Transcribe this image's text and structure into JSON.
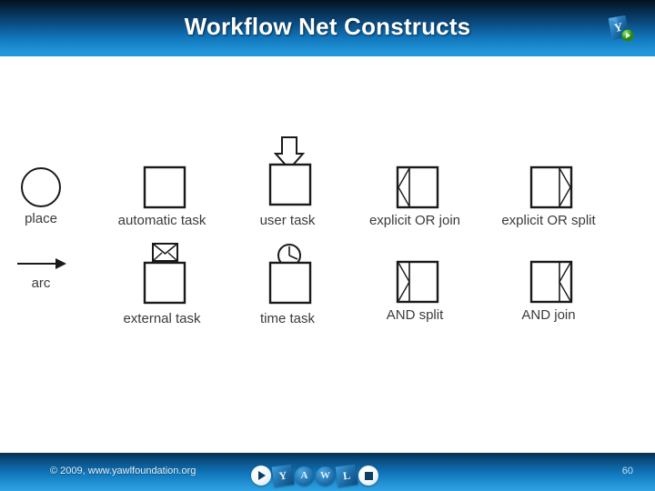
{
  "header": {
    "title": "Workflow Net Constructs",
    "logo_icon": "yawl-logo-icon"
  },
  "diagram": {
    "title": "Workflow Net Constructs",
    "constructs": [
      {
        "id": "place",
        "label": "place",
        "glyph": "circle-icon"
      },
      {
        "id": "arc",
        "label": "arc",
        "glyph": "arrow-right-icon"
      },
      {
        "id": "automatic-task",
        "label": "automatic task",
        "glyph": "square-icon"
      },
      {
        "id": "external-task",
        "label": "external task",
        "glyph": "envelope-square-icon"
      },
      {
        "id": "user-task",
        "label": "user task",
        "glyph": "arrow-down-square-icon"
      },
      {
        "id": "time-task",
        "label": "time task",
        "glyph": "clock-square-icon"
      },
      {
        "id": "explicit-or-join",
        "label": "explicit OR join",
        "glyph": "or-join-icon"
      },
      {
        "id": "and-split",
        "label": "AND split",
        "glyph": "and-split-icon"
      },
      {
        "id": "explicit-or-split",
        "label": "explicit OR split",
        "glyph": "or-split-icon"
      },
      {
        "id": "and-join",
        "label": "AND join",
        "glyph": "and-join-icon"
      }
    ]
  },
  "footer": {
    "copyright": "© 2009, www.yawlfoundation.org",
    "page_number": "60",
    "logo_letters": [
      "Y",
      "A",
      "W",
      "L"
    ],
    "play_icon": "play-icon",
    "stop_icon": "stop-icon"
  },
  "colors": {
    "header_top": "#04121f",
    "header_bottom": "#2196d8",
    "footer_top": "#05304f",
    "footer_bottom": "#2ea3e3",
    "stroke": "#1a1a1a",
    "label_text": "#3a3a3a",
    "slide_background": "#ffffff"
  }
}
